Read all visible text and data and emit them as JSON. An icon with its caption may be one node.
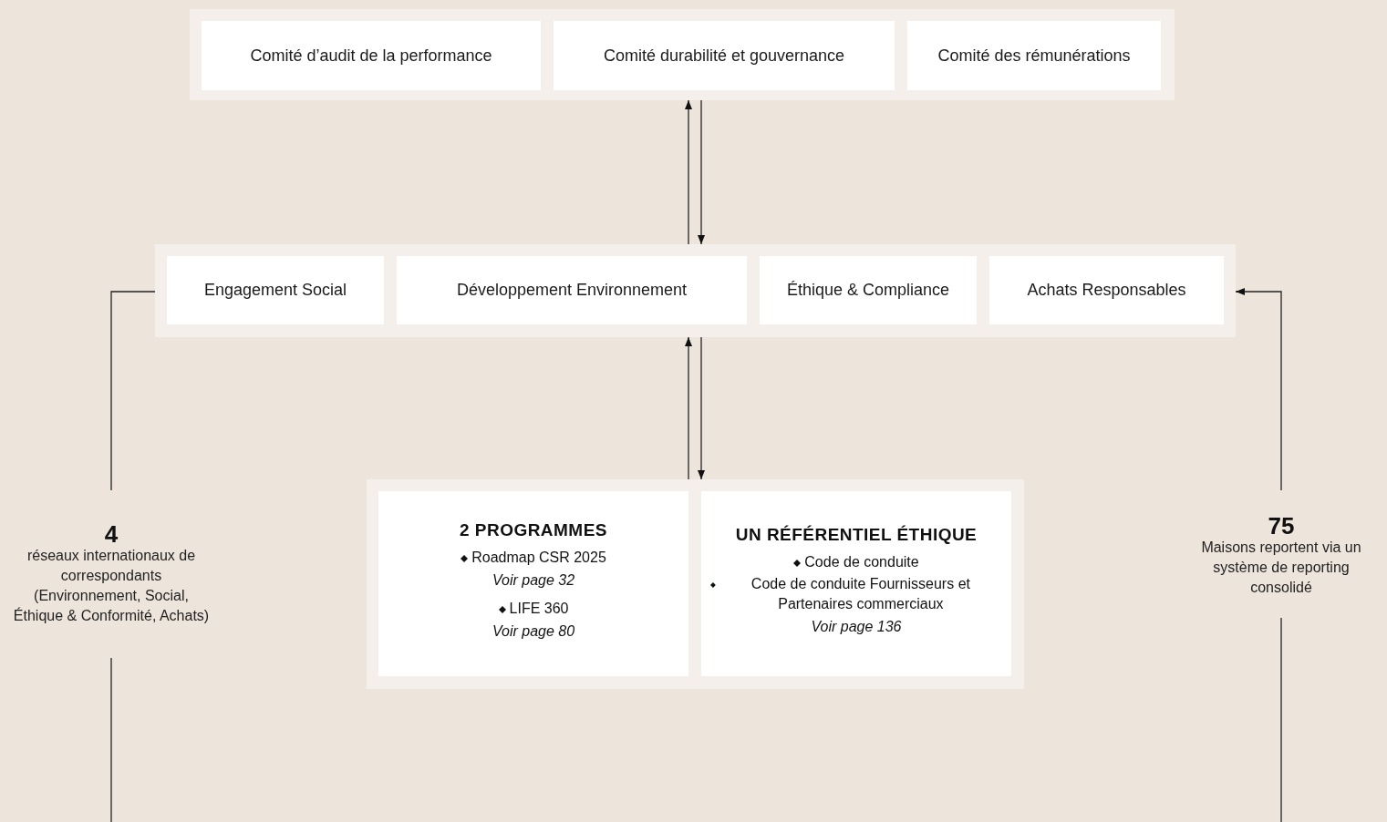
{
  "diagram": {
    "nodes": [
      {
        "text": [],
        "shape": "box"
      },
      {
        "text": [
          "Comité d’audit de la performance"
        ],
        "in": 0
      },
      {
        "text": [
          "Comité durabilité et gouvernance"
        ],
        "in": 0
      },
      {
        "text": [
          "Comité des rémunérations"
        ],
        "in": 0
      },
      {
        "text": [],
        "shape": "box"
      },
      {
        "text": [
          "Engagement Social"
        ],
        "in": 4
      },
      {
        "text": [
          "Développement Environnement"
        ],
        "in": 4
      },
      {
        "text": [
          "Éthique & Compliance"
        ],
        "in": 4
      },
      {
        "text": [
          "Achats Responsables"
        ],
        "in": 4
      },
      {
        "text": [],
        "shape": "box"
      },
      {
        "text": [
          "2 PROGRAMMES",
          "Roadmap CSR 2025",
          "Voir page 32",
          "LIFE 360",
          "Voir page 80"
        ],
        "in": 9
      },
      {
        "text": [
          "UN RÉFÉRENTIEL ÉTHIQUE",
          "Code de conduite",
          "Code de conduite Fournisseurs et Partenaires commerciaux",
          "Voir page 136"
        ],
        "in": 9
      },
      {
        "text": [
          "4",
          "réseaux internationaux de correspondants (Environnement, Social, Éthique & Conformité, Achats)"
        ]
      },
      {
        "text": [
          "75",
          "Maisons reportent via un système de reporting consolidé"
        ]
      }
    ],
    "edges": [
      {
        "from": 4,
        "to": 0,
        "arrow": "to"
      },
      {
        "from": 0,
        "to": 4,
        "arrow": "to"
      },
      {
        "from": 9,
        "to": 4,
        "arrow": "to"
      },
      {
        "from": 4,
        "to": 9,
        "arrow": "to"
      },
      {
        "from": 12,
        "to": 4,
        "arrow": "none"
      },
      {
        "from": 12,
        "to": null,
        "arrow": "none"
      },
      {
        "from": 13,
        "to": 4,
        "arrow": "to"
      },
      {
        "from": null,
        "to": 13,
        "arrow": "none"
      }
    ]
  }
}
